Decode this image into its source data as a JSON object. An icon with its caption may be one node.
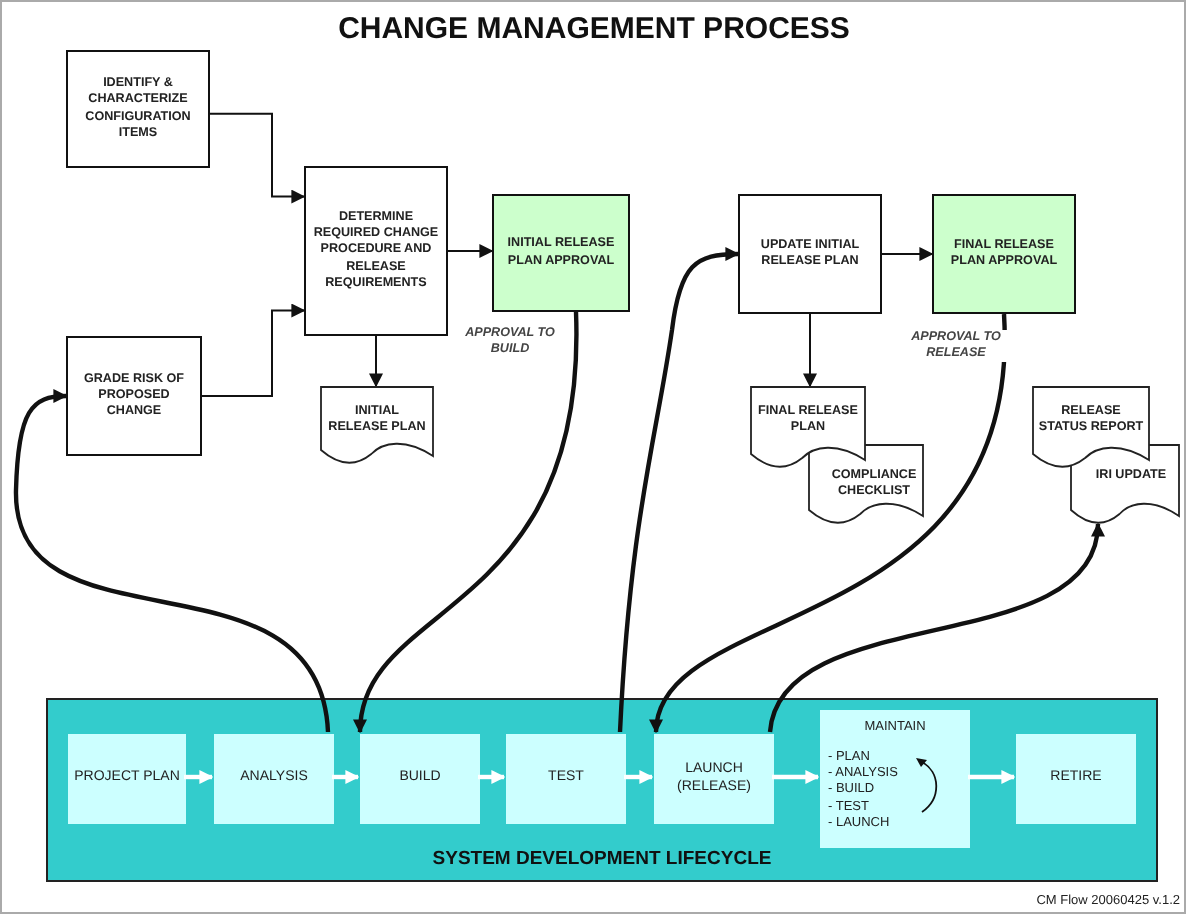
{
  "diagram": {
    "title": "CHANGE MANAGEMENT PROCESS",
    "nodes": [
      {
        "text": [
          "IDENTIFY & CHARACTERIZE CONFIGURATION ITEMS"
        ]
      },
      {
        "text": [
          "GRADE RISK OF PROPOSED CHANGE"
        ]
      },
      {
        "text": [
          "DETERMINE REQUIRED CHANGE PROCEDURE AND RELEASE REQUIREMENTS"
        ]
      },
      {
        "text": [
          "INITIAL RELEASE PLAN APPROVAL"
        ]
      },
      {
        "text": [
          "INITIAL RELEASE PLAN"
        ]
      },
      {
        "text": [
          "UPDATE INITIAL RELEASE PLAN"
        ]
      },
      {
        "text": [
          "FINAL RELEASE PLAN APPROVAL"
        ]
      },
      {
        "text": [
          "FINAL RELEASE PLAN"
        ]
      },
      {
        "text": [
          "COMPLIANCE CHECKLIST"
        ]
      },
      {
        "text": [
          "RELEASE STATUS REPORT"
        ]
      },
      {
        "text": [
          "IRI UPDATE"
        ]
      },
      {
        "text": [
          "SYSTEM DEVELOPMENT LIFECYCLE"
        ]
      },
      {
        "text": [
          "PROJECT PLAN"
        ],
        "in": 11
      },
      {
        "text": [
          "ANALYSIS"
        ],
        "in": 11
      },
      {
        "text": [
          "BUILD"
        ],
        "in": 11
      },
      {
        "text": [
          "TEST"
        ],
        "in": 11
      },
      {
        "text": [
          "LAUNCH (RELEASE)"
        ],
        "in": 11
      },
      {
        "text": [
          "MAINTAIN",
          "- PLAN",
          "- ANALYSIS",
          "- BUILD",
          "- TEST",
          "- LAUNCH"
        ],
        "in": 11
      },
      {
        "text": [
          "RETIRE"
        ],
        "in": 11
      }
    ],
    "edges": [
      {
        "from": 0,
        "to": 2,
        "arrow": "to"
      },
      {
        "from": 1,
        "to": 2,
        "arrow": "to"
      },
      {
        "from": 2,
        "to": 3,
        "arrow": "to"
      },
      {
        "from": 2,
        "to": 4,
        "arrow": "to"
      },
      {
        "from": 3,
        "to": 14,
        "arrow": "to",
        "label": "APPROVAL TO BUILD"
      },
      {
        "from": 13,
        "to": 1,
        "arrow": "to"
      },
      {
        "from": 15,
        "to": 5,
        "arrow": "to"
      },
      {
        "from": 5,
        "to": 6,
        "arrow": "to"
      },
      {
        "from": 5,
        "to": 7,
        "arrow": "to"
      },
      {
        "from": 6,
        "to": 16,
        "arrow": "to",
        "label": "APPROVAL TO RELEASE"
      },
      {
        "from": 16,
        "to": 10,
        "arrow": "to"
      },
      {
        "from": 12,
        "to": 13,
        "arrow": "to",
        "color": "#ffffff"
      },
      {
        "from": 13,
        "to": 14,
        "arrow": "to",
        "color": "#ffffff"
      },
      {
        "from": 14,
        "to": 15,
        "arrow": "to",
        "color": "#ffffff"
      },
      {
        "from": 15,
        "to": 16,
        "arrow": "to",
        "color": "#ffffff"
      },
      {
        "from": 16,
        "to": 17,
        "arrow": "to",
        "color": "#ffffff"
      },
      {
        "from": 17,
        "to": 18,
        "arrow": "to",
        "color": "#ffffff"
      }
    ],
    "labels": [
      "CM Flow 20060425 v.1.2"
    ]
  }
}
